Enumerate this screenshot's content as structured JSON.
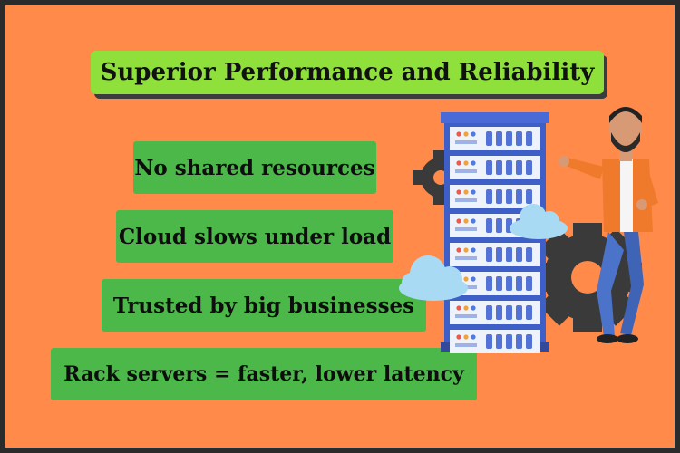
{
  "title": "Superior Performance and Reliability",
  "points": [
    "No shared resources",
    "Cloud slows under load",
    "Trusted by big businesses",
    "Rack servers = faster, lower latency"
  ],
  "colors": {
    "background": "#ff8a4a",
    "title_bg": "#8fe03a",
    "pill_bg": "#4cb84a",
    "rack": "#3f5fc8",
    "cloud": "#a9daf3"
  },
  "icons": [
    "server-rack-icon",
    "cloud-icon",
    "gear-icon",
    "man-illustration-icon"
  ]
}
